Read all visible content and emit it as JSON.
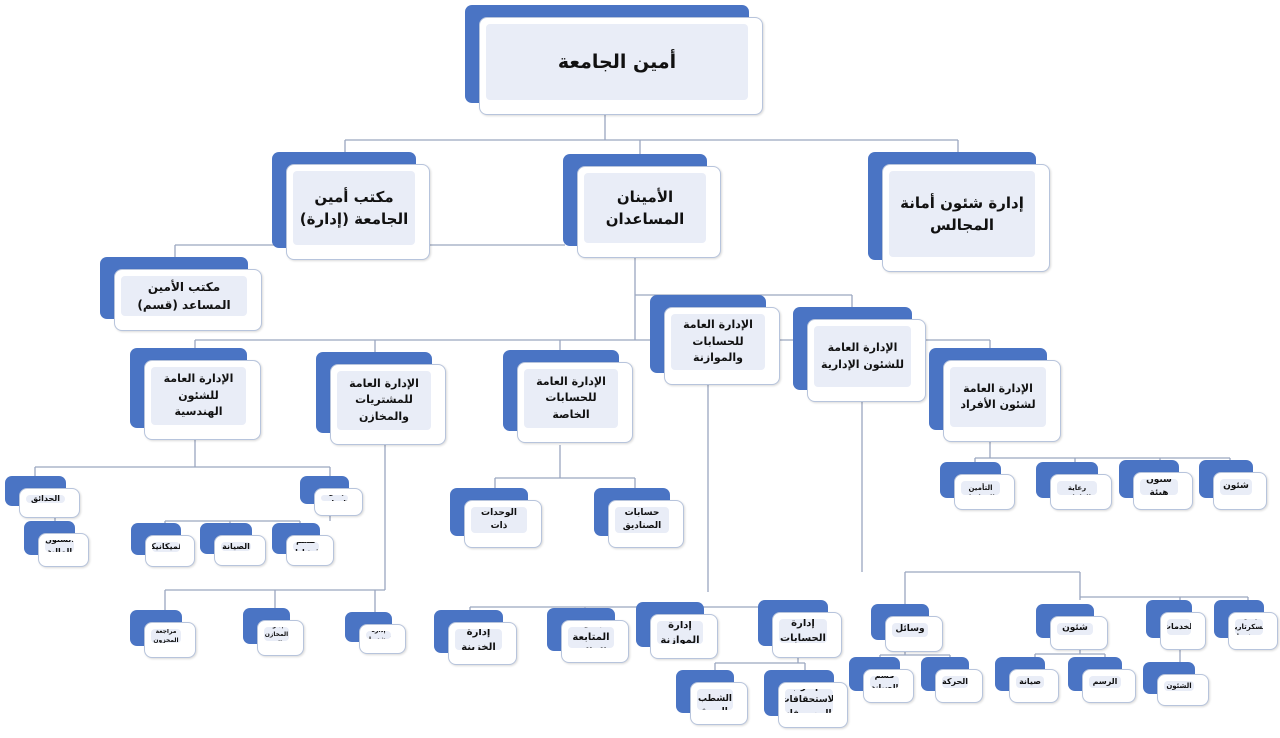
{
  "colors": {
    "accent": "#4a74c4",
    "card_fill": "#e9edf7",
    "line": "#9aa6bf"
  },
  "nodes": {
    "root": "أمين الجامعة",
    "councils_admin": "إدارة شئون أمانة المجالس",
    "assistants": "الأمينان المساعدان",
    "office_secretary": "مكتب أمين الجامعة (إدارة)",
    "office_assistant": "مكتب الأمين المساعد (قسم)",
    "accounts_budget": "الإدارة العامة للحسابات والموازنة",
    "admin_affairs": "الإدارة العامة للشئون الإدارية",
    "personnel_affairs": "الإدارة العامة لشئون الأفراد",
    "engineering_affairs": "الإدارة العامة للشئون الهندسية",
    "purchases_stores": "الإدارة العامة للمشتريات والمخازن",
    "special_accounts": "الإدارة العامة للحسابات الخاصة",
    "gardens": "إدارة الحدائق والمشاتل",
    "buildings": "إدارة المباني",
    "finance_admin_section": "قسم الشئون المالية والإدارية",
    "mech_elec": "قسم الميكانيكا والكهرباء",
    "maintenance_repairs": "قسم الصيانة والترميمات",
    "construction": "قسم الإنشاءات",
    "insurance_pensions": "إدارة التأمين والمعاشات",
    "employee_care": "إدارة رعاية العاملين",
    "faculty_affairs": "إدارة شئون هيئة التدريس",
    "employees_affairs": "إدارة شئون العاملين",
    "units_accounts": "إدارة حسابات الوحدات ذات الطابع الخاص",
    "funds_accounts": "إدارة حسابات الصناديق الخاصة",
    "inventory_review": "إدارة مراجعة المخزون السلعي",
    "stores_custody": "إدارة المخازن والعهد",
    "purchases": "إدارة المشتريات",
    "treasury": "إدارة الخزينة",
    "financial_followup": "إدارة المتابعة المالية",
    "budget": "إدارة الموازنة",
    "accounts": "إدارة الحسابات",
    "transport": "إدارة وسائل النقل",
    "hq_affairs": "إدارة شئون المقر",
    "internal_services": "إدارة الخدمات الداخلية",
    "secretariat": "إدارة السكرتارية والمحفوظات",
    "write_off": "قسم الشطب والصرف",
    "entitlements_review": "قسم مراجعة الاستحقاقات والمصروفات",
    "maintenance": "قسم الصيانة",
    "movement_operation": "قسم الحركة والتشغيل",
    "building_maintenance": "قسم صيانة المبنى",
    "drawing_design": "قسم الرسم والتصميم",
    "general_affairs": "قسم الشئون العامة"
  }
}
